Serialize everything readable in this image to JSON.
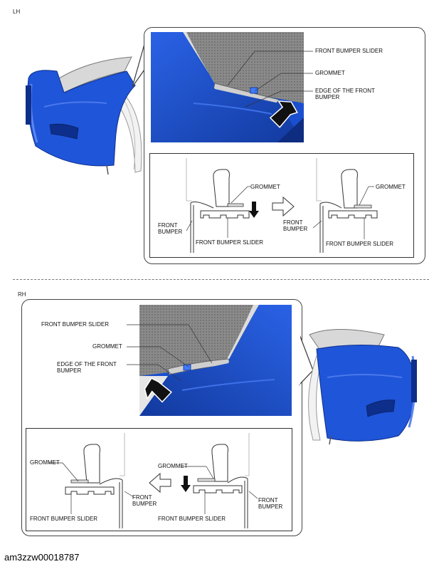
{
  "lh": {
    "section_label": "LH",
    "photo_labels": {
      "slider": "FRONT BUMPER SLIDER",
      "grommet": "GROMMET",
      "edge": "EDGE OF THE FRONT BUMPER"
    },
    "diagram_labels": {
      "grommet_left": "GROMMET",
      "grommet_right": "GROMMET",
      "front_bumper_left": "FRONT BUMPER",
      "front_bumper_right": "FRONT BUMPER",
      "slider_left": "FRONT BUMPER SLIDER",
      "slider_right": "FRONT BUMPER SLIDER"
    }
  },
  "rh": {
    "section_label": "RH",
    "photo_labels": {
      "slider": "FRONT BUMPER SLIDER",
      "grommet": "GROMMET",
      "edge": "EDGE OF THE FRONT BUMPER"
    },
    "diagram_labels": {
      "grommet_left": "GROMMET",
      "grommet_right": "GROMMET",
      "front_bumper_left": "FRONT BUMPER",
      "front_bumper_right": "FRONT BUMPER",
      "slider_left": "FRONT BUMPER SLIDER",
      "slider_right": "FRONT BUMPER SLIDER"
    }
  },
  "figure_code": "am3zzw00018787",
  "colors": {
    "bumper_blue": "#1f55d8",
    "bumper_dark": "#0d2e8a",
    "frame": "#444444",
    "arrow": "#111111"
  }
}
